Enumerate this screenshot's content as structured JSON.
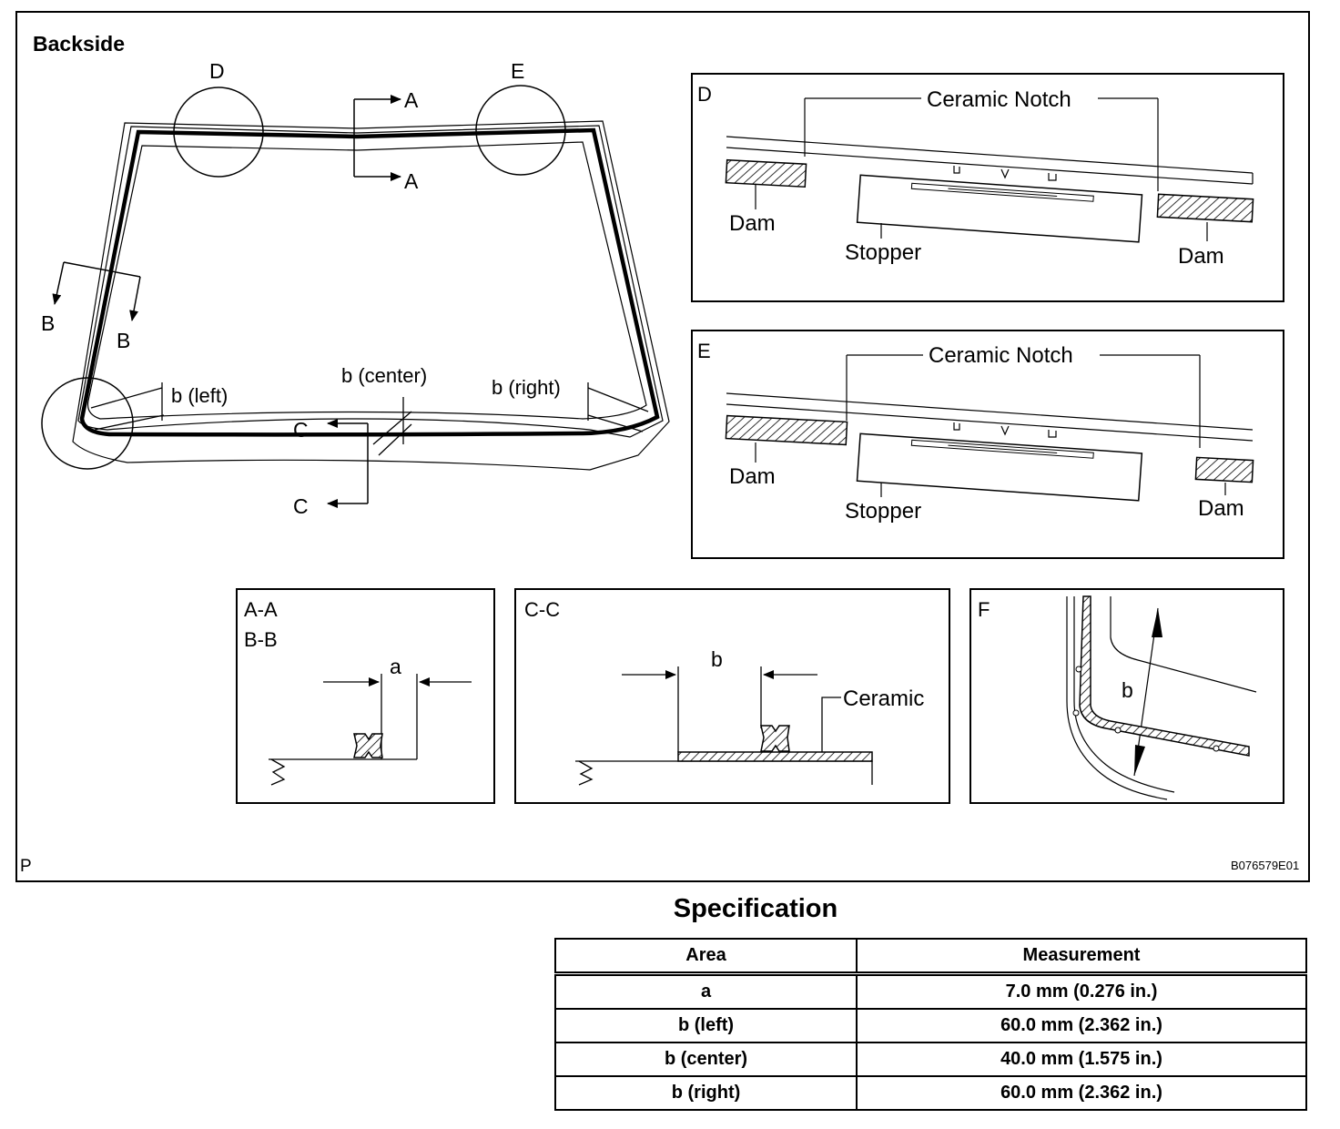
{
  "figure": {
    "view_label": "Backside",
    "circle_labels": {
      "d": "D",
      "e": "E"
    },
    "section_marks": {
      "a": "A",
      "b": "B",
      "c": "C"
    },
    "dimension_labels": {
      "b_left": "b (left)",
      "b_center": "b (center)",
      "b_right": "b (right)"
    },
    "detail_d": {
      "title": "D",
      "ceramic_notch": "Ceramic Notch",
      "dam_left": "Dam",
      "stopper": "Stopper",
      "dam_right": "Dam"
    },
    "detail_e": {
      "title": "E",
      "ceramic_notch": "Ceramic Notch",
      "dam_left": "Dam",
      "stopper": "Stopper",
      "dam_right": "Dam"
    },
    "section_aa": {
      "title_line1": "A-A",
      "title_line2": "B-B",
      "dim": "a"
    },
    "section_cc": {
      "title": "C-C",
      "dim": "b",
      "ceramic": "Ceramic"
    },
    "detail_f": {
      "title": "F",
      "dim": "b"
    },
    "corner_code": "P",
    "figure_code": "B076579E01"
  },
  "specification": {
    "title": "Specification",
    "columns": [
      "Area",
      "Measurement"
    ],
    "rows": [
      {
        "area": "a",
        "measurement": "7.0 mm (0.276 in.)"
      },
      {
        "area": "b (left)",
        "measurement": "60.0 mm (2.362 in.)"
      },
      {
        "area": "b (center)",
        "measurement": "40.0 mm (1.575 in.)"
      },
      {
        "area": "b (right)",
        "measurement": "60.0 mm (2.362 in.)"
      }
    ]
  }
}
